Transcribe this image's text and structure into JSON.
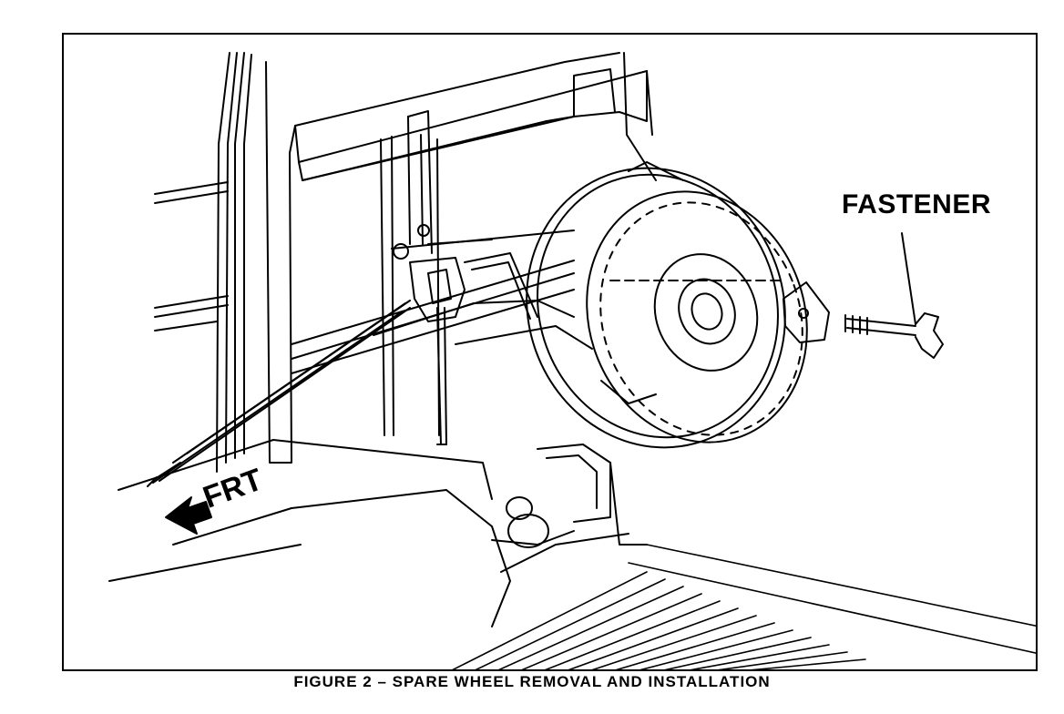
{
  "figure": {
    "callout_fastener": "FASTENER",
    "callout_front": "FRT",
    "caption": "FIGURE 2 – SPARE WHEEL REMOVAL AND INSTALLATION"
  }
}
